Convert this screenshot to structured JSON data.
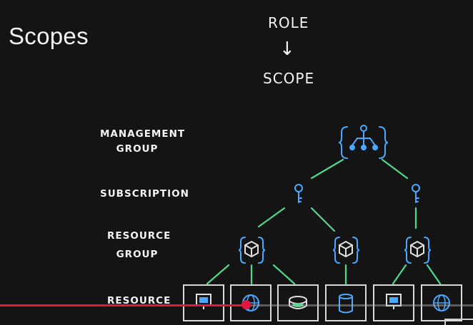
{
  "slide": {
    "title": "Scopes",
    "role_label": "ROLE",
    "arrow": "↓",
    "scope_label": "SCOPE"
  },
  "levels": {
    "management_group": "MANAGEMENT\nGROUP",
    "subscription": "SUBSCRIPTION",
    "resource_group": "RESOURCE\nGROUP",
    "resource": "RESOURCE"
  },
  "colors": {
    "background": "#141414",
    "connector": "#4fd98f",
    "icon_blue": "#4aa8ff",
    "progress": "#e5173f"
  },
  "icons": {
    "management_group": "management-group-icon",
    "subscription": "key-icon",
    "resource_group": "cube-icon",
    "resources": [
      "virtual-machine-icon",
      "web-app-icon",
      "disk-icon",
      "storage-icon",
      "virtual-machine-icon",
      "web-app-icon"
    ]
  },
  "player": {
    "progress": 0.52
  }
}
